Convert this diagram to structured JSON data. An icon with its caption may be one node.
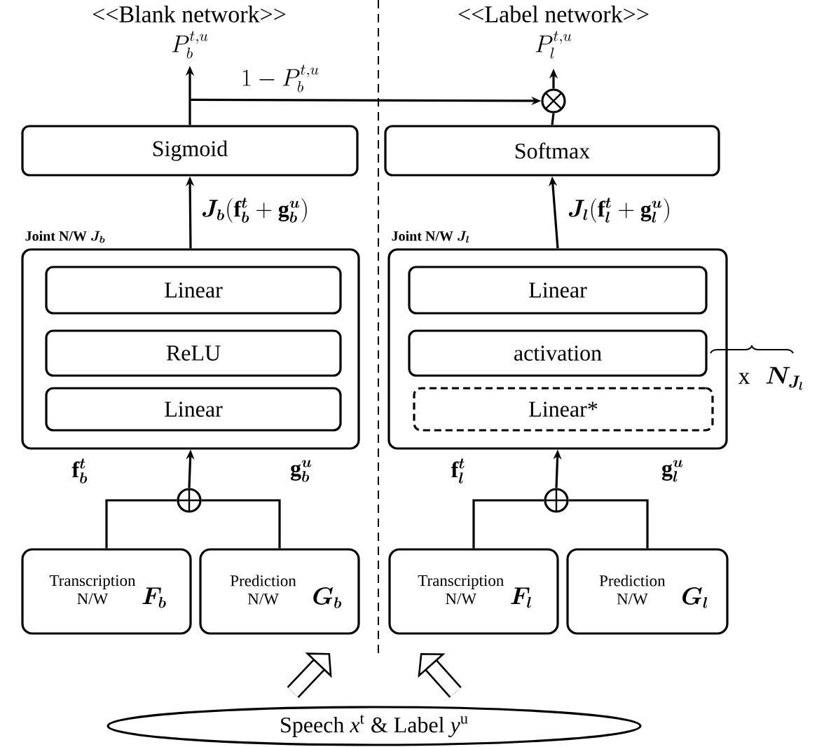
{
  "diagram": {
    "nodes": [
      {
        "text": [
          "Sigmoid"
        ]
      },
      {
        "text": [
          "Joint N/W",
          "\\boldsymbol{J_b}"
        ]
      },
      {
        "text": [
          "Linear"
        ],
        "in": 1
      },
      {
        "text": [
          "ReLU"
        ],
        "in": 1
      },
      {
        "text": [
          "Linear"
        ],
        "in": 1
      },
      {
        "text": [],
        "shape": "circle"
      },
      {
        "text": [
          "Transcription N/W",
          "\\boldsymbol{F_b}"
        ]
      },
      {
        "text": [
          "Prediction N/W",
          "\\boldsymbol{G_b}"
        ]
      },
      {
        "text": [
          "Softmax"
        ]
      },
      {
        "text": [],
        "shape": "circle"
      },
      {
        "text": [
          "Joint N/W",
          "\\boldsymbol{J_l}"
        ]
      },
      {
        "text": [
          "Linear"
        ],
        "in": 10
      },
      {
        "text": [
          "activation"
        ],
        "in": 10
      },
      {
        "text": [
          "Linear*"
        ],
        "in": 10
      },
      {
        "text": [],
        "shape": "circle"
      },
      {
        "text": [
          "Transcription N/W",
          "\\boldsymbol{F_l}"
        ]
      },
      {
        "text": [
          "Prediction N/W",
          "\\boldsymbol{G_l}"
        ]
      },
      {
        "text": [
          "Speech *x*$^{t}$ & Label *y*$^{u}$"
        ]
      }
    ],
    "edges": [
      {
        "from": 6,
        "to": 5,
        "arrow": "none",
        "label": "\\mathbf{f}_{\\boldsymbol{b}}^{\\boldsymbol{t}}"
      },
      {
        "from": 7,
        "to": 5,
        "arrow": "none",
        "label": "\\mathbf{g}_{\\boldsymbol{b}}^{\\boldsymbol{u}}"
      },
      {
        "from": 5,
        "to": 1,
        "arrow": "to"
      },
      {
        "from": 1,
        "to": 0,
        "arrow": "to",
        "label": "\\boldsymbol{J_b}(\\mathbf{f}_{\\boldsymbol{b}}^{\\boldsymbol{t}}+\\mathbf{g}_{\\boldsymbol{b}}^{\\boldsymbol{u}})"
      },
      {
        "from": 0,
        "to": null,
        "arrow": "to",
        "label": "P_b^{t,u}"
      },
      {
        "from": 0,
        "to": 9,
        "arrow": "to",
        "label": "1-P_b^{t,u}"
      },
      {
        "from": 15,
        "to": 14,
        "arrow": "none",
        "label": "\\mathbf{f}_{\\boldsymbol{l}}^{\\boldsymbol{t}}"
      },
      {
        "from": 16,
        "to": 14,
        "arrow": "none",
        "label": "\\mathbf{g}_{\\boldsymbol{l}}^{\\boldsymbol{u}}"
      },
      {
        "from": 14,
        "to": 10,
        "arrow": "to"
      },
      {
        "from": 10,
        "to": 8,
        "arrow": "to",
        "label": "\\boldsymbol{J_l}(\\mathbf{f}_{\\boldsymbol{l}}^{\\boldsymbol{t}}+\\mathbf{g}_{\\boldsymbol{l}}^{\\boldsymbol{u}})"
      },
      {
        "from": 8,
        "to": 9,
        "arrow": "none"
      },
      {
        "from": 9,
        "to": null,
        "arrow": "to",
        "label": "P_l^{t,u}"
      },
      {
        "from": 17,
        "to": null,
        "arrow": "to",
        "style": "thick"
      },
      {
        "from": 17,
        "to": null,
        "arrow": "to",
        "style": "thick"
      }
    ],
    "labels": [
      "<<Blank network>>",
      "<<Label network>>",
      "x",
      "\\boldsymbol{N_{J_l}}"
    ]
  }
}
